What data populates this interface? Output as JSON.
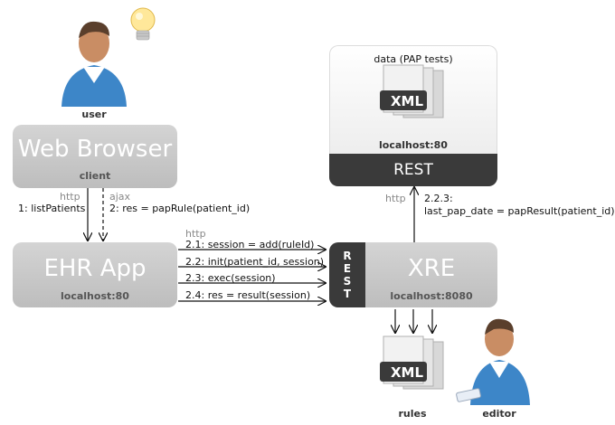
{
  "user_label": "user",
  "editor_label": "editor",
  "rules_label": "rules",
  "web_browser": {
    "title": "Web Browser",
    "subtitle": "client"
  },
  "ehr_app": {
    "title": "EHR App",
    "subtitle": "localhost:80"
  },
  "xre": {
    "title": "XRE",
    "subtitle": "localhost:8080",
    "side_label": "REST"
  },
  "data_box": {
    "title": "data (PAP tests)",
    "subtitle": "localhost:80",
    "footer": "REST"
  },
  "xml_text": "XML",
  "arrows": {
    "browser_http": "http",
    "browser_list": "1: listPatients",
    "browser_ajax": "ajax",
    "browser_pap": "2: res = papRule(patient_id)",
    "ehr_http": "http",
    "ehr_calls": [
      "2.1: session = add(ruleId)",
      "2.2: init(patient_id, session)",
      "2.3: exec(session)",
      "2.4: res = result(session)"
    ],
    "data_http": "http",
    "data_step": "2.2.3:",
    "data_call": "last_pap_date = papResult(patient_id)"
  }
}
